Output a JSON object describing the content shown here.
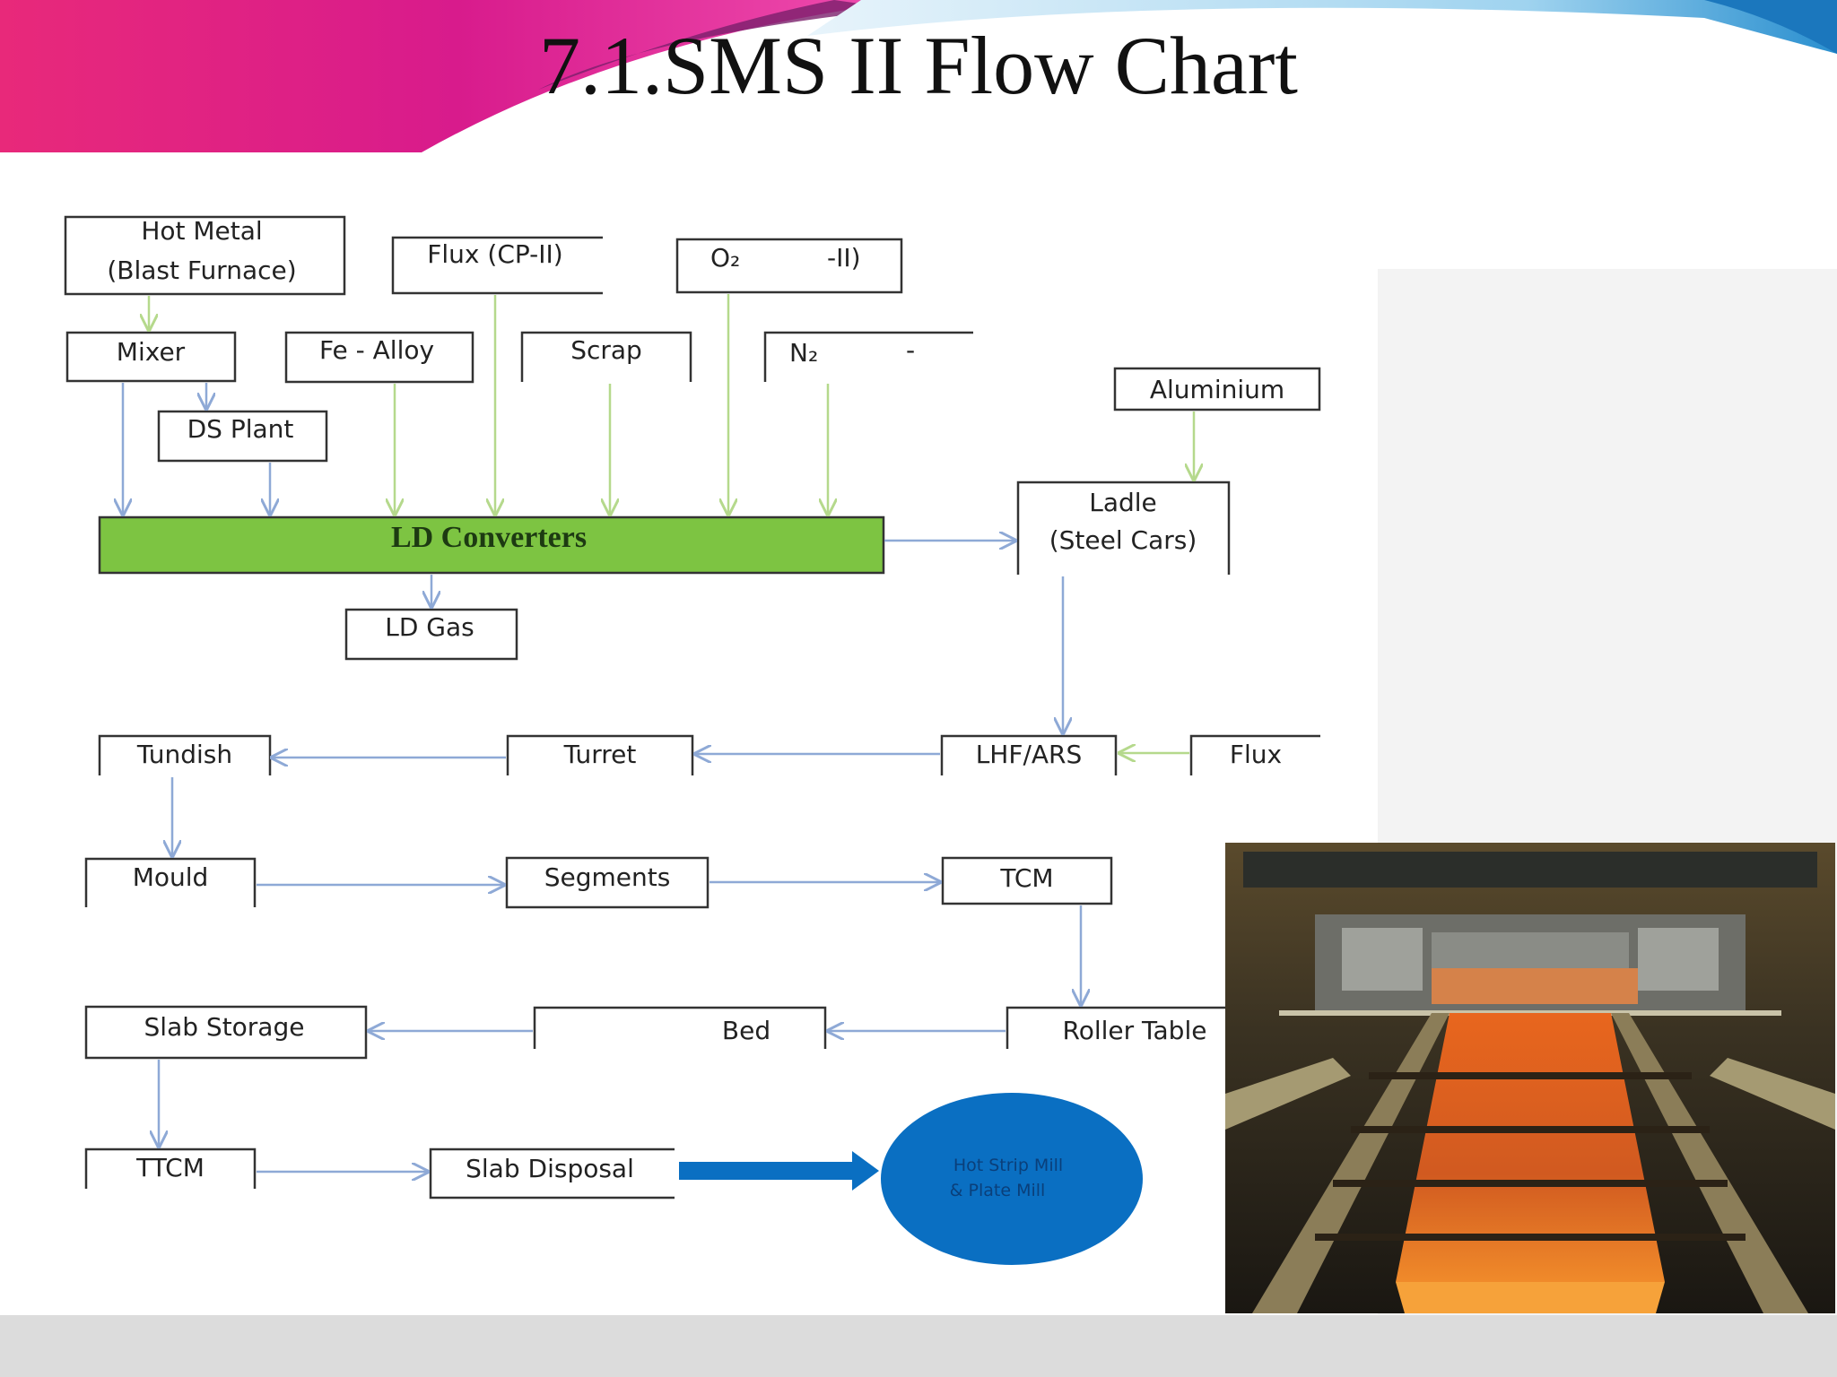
{
  "slide": {
    "title": "7.1.SMS II Flow Chart"
  },
  "flow": {
    "hot_metal_line1": "Hot Metal",
    "hot_metal_line2": "(Blast Furnace)",
    "flux_cp": "Flux (CP-II)",
    "o2": "O₂",
    "o2_suffix": "-II)",
    "mixer": "Mixer",
    "fe_alloy": "Fe - Alloy",
    "scrap": "Scrap",
    "n2": "N₂",
    "n2_suffix": "-",
    "aluminium": "Aluminium",
    "ds_plant": "DS Plant",
    "ld_converters": "LD Converters",
    "ladle_line1": "Ladle",
    "ladle_line2": "(Steel Cars)",
    "ld_gas": "LD Gas",
    "tundish": "Tundish",
    "turret": "Turret",
    "lhf_ars": "LHF/ARS",
    "flux": "Flux",
    "mould": "Mould",
    "segments": "Segments",
    "tcm": "TCM",
    "slab_storage": "Slab Storage",
    "bed": "Bed",
    "roller_table": "Roller Table",
    "ttcm": "TTCM",
    "slab_disposal": "Slab Disposal",
    "hot_strip_line1": "Hot Strip Mill",
    "hot_strip_line2": "& Plate Mill"
  },
  "colors": {
    "ld_converters_fill": "#7dc442",
    "hot_strip_fill": "#0a6fc2",
    "blue_arrow": "#0a6fc2",
    "connector_blue": "#8ea9d6",
    "connector_green": "#b5d98c"
  }
}
